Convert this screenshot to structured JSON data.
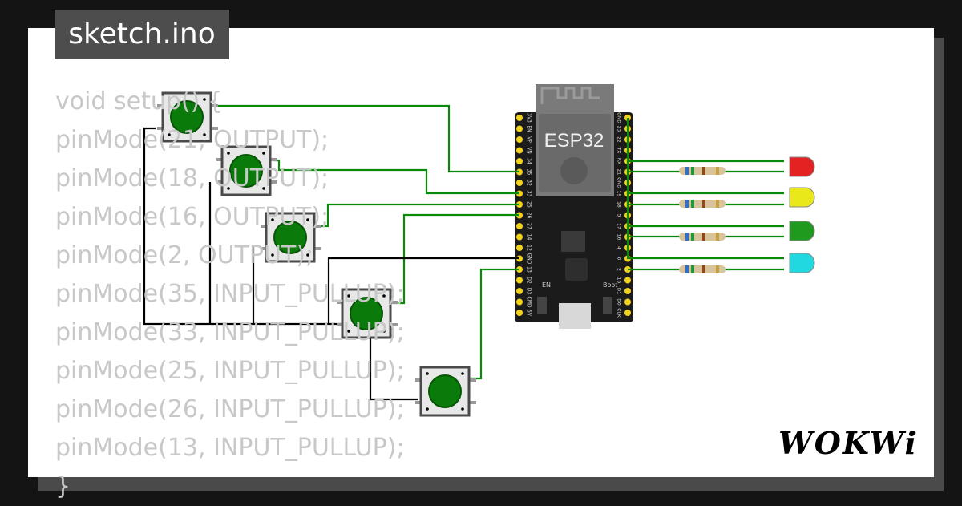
{
  "title": "sketch.ino",
  "code_lines": [
    "void setup() {",
    "pinMode(21, OUTPUT);",
    "pinMode(18, OUTPUT);",
    "pinMode(16, OUTPUT);",
    "pinMode(2, OUTPUT);",
    "pinMode(35, INPUT_PULLUP);",
    "pinMode(33, INPUT_PULLUP);",
    "pinMode(25, INPUT_PULLUP);",
    "pinMode(26, INPUT_PULLUP);",
    "pinMode(13, INPUT_PULLUP);",
    "}"
  ],
  "board": {
    "label": "ESP32",
    "en_label": "EN",
    "boot_label": "Boot",
    "left_pins": [
      "3V3",
      "EN",
      "VP",
      "VN",
      "34",
      "35",
      "32",
      "33",
      "25",
      "26",
      "27",
      "14",
      "12",
      "GND",
      "13",
      "D2",
      "D3",
      "CMD",
      "5V"
    ],
    "right_pins": [
      "GND",
      "23",
      "22",
      "TX",
      "RX",
      "21",
      "GND",
      "19",
      "18",
      "5",
      "17",
      "16",
      "4",
      "0",
      "2",
      "15",
      "D1",
      "D0",
      "CLK"
    ]
  },
  "leds": [
    {
      "color": "red",
      "hex": "#e52222"
    },
    {
      "color": "yellow",
      "hex": "#e8e81a"
    },
    {
      "color": "green",
      "hex": "#1f9a1f"
    },
    {
      "color": "cyan",
      "hex": "#22d8e0"
    }
  ],
  "colors": {
    "wire_green": "#0a8a0a",
    "wire_black": "#000000",
    "button": "#0a7a0a"
  },
  "logo": "WOKWi"
}
